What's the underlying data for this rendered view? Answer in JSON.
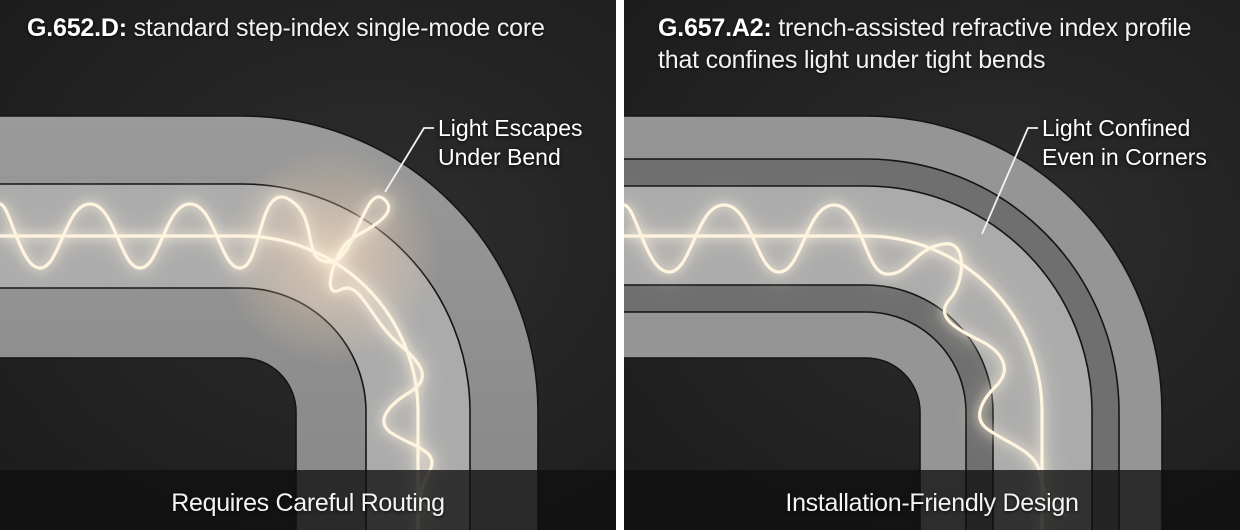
{
  "panels": {
    "left": {
      "title_code": "G.652.D:",
      "title_text": " standard step-index single-mode core",
      "callout_line1": "Light Escapes",
      "callout_line2": "Under Bend",
      "footer": "Requires Careful Routing",
      "structure": "step-index",
      "layers": [
        "outer cladding",
        "core",
        "inner cladding"
      ]
    },
    "right": {
      "title_code": "G.657.A2:",
      "title_text": " trench-assisted refractive index profile that confines light under tight bends",
      "callout_line1": "Light Confined",
      "callout_line2": "Even in Corners",
      "footer": "Installation-Friendly Design",
      "structure": "trench-assisted",
      "layers": [
        "outer cladding",
        "trench",
        "core",
        "trench",
        "inner cladding"
      ]
    }
  },
  "colors": {
    "background": "#232323",
    "cladding": "#8c8c8c",
    "core": "#a9a9a9",
    "trench": "#6e6e6e",
    "light": "#fff1d6",
    "glow": "#ffb27a",
    "divider": "#ffffff"
  }
}
